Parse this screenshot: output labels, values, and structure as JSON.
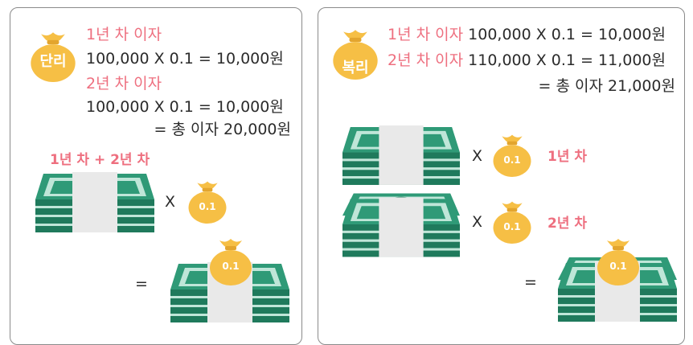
{
  "colors": {
    "accent_pink": "#ee6f7f",
    "bag_gold": "#f6bf45",
    "money_green": "#2f9a77",
    "money_dark": "#1f7a5c",
    "panel_border": "#8a8a8a"
  },
  "simple": {
    "badge": "단리",
    "year1_label": "1년 차 이자",
    "year1_formula": "100,000 X 0.1 = 10,000원",
    "year2_label": "2년 차 이자",
    "year2_formula": "100,000 X 0.1 = 10,000원",
    "total": "= 총 이자 20,000원",
    "years_caption": "1년 차 + 2년 차",
    "times": "X",
    "rate": "0.1",
    "equals": "=",
    "result_rate": "0.1"
  },
  "compound": {
    "badge": "복리",
    "year1_label": "1년 차 이자",
    "year1_formula": "100,000 X 0.1 = 10,000원",
    "year2_label": "2년 차 이자",
    "year2_formula": "110,000 X 0.1 = 11,000원",
    "total": "= 총 이자 21,000원",
    "row1_times": "X",
    "row1_rate": "0.1",
    "row1_caption": "1년 차",
    "row2_times": "X",
    "row2_rate": "0.1",
    "row2_caption": "2년 차",
    "equals": "=",
    "result_rate": "0.1"
  },
  "icons": [
    "money-bag-icon",
    "money-stack-icon"
  ]
}
